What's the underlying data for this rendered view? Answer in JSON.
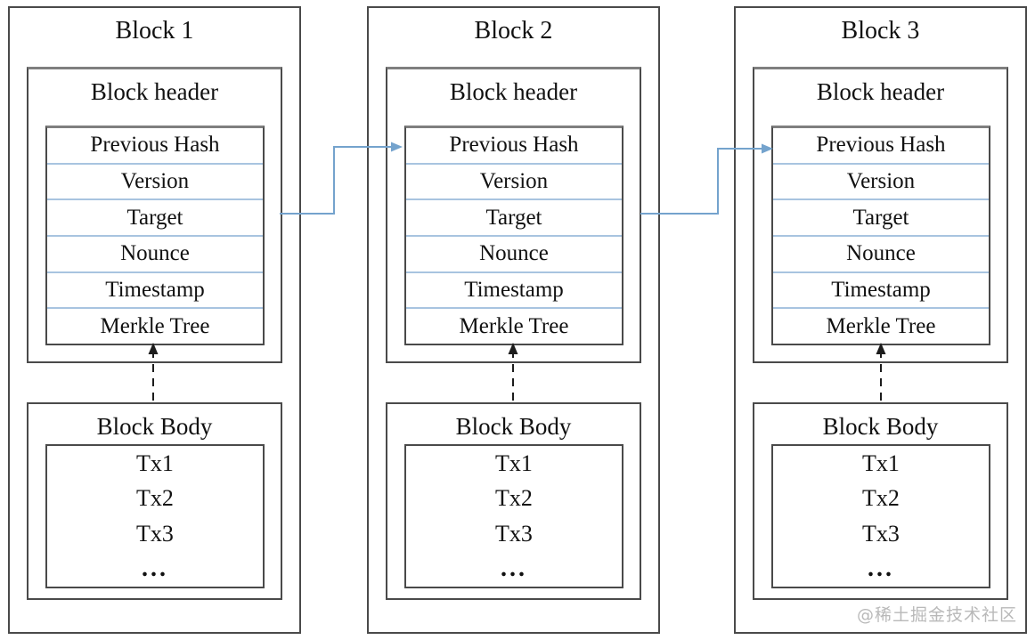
{
  "diagram": {
    "type": "blockchain-structure",
    "blocks": [
      {
        "title": "Block 1",
        "header": {
          "title": "Block header",
          "fields": [
            "Previous Hash",
            "Version",
            "Target",
            "Nounce",
            "Timestamp",
            "Merkle Tree"
          ]
        },
        "body": {
          "title": "Block Body",
          "transactions": [
            "Tx1",
            "Tx2",
            "Tx3",
            "..."
          ]
        }
      },
      {
        "title": "Block 2",
        "header": {
          "title": "Block header",
          "fields": [
            "Previous Hash",
            "Version",
            "Target",
            "Nounce",
            "Timestamp",
            "Merkle Tree"
          ]
        },
        "body": {
          "title": "Block Body",
          "transactions": [
            "Tx1",
            "Tx2",
            "Tx3",
            "..."
          ]
        }
      },
      {
        "title": "Block 3",
        "header": {
          "title": "Block header",
          "fields": [
            "Previous Hash",
            "Version",
            "Target",
            "Nounce",
            "Timestamp",
            "Merkle Tree"
          ]
        },
        "body": {
          "title": "Block Body",
          "transactions": [
            "Tx1",
            "Tx2",
            "Tx3",
            "..."
          ]
        }
      }
    ],
    "watermark": "@稀土掘金技术社区",
    "colors": {
      "background": "#ffffff",
      "text": "#111111",
      "box-border": "#4a4a4a",
      "row-divider": "#a8c4e0",
      "connector": "#74a3cd",
      "watermark": "#b9b9b9"
    }
  }
}
